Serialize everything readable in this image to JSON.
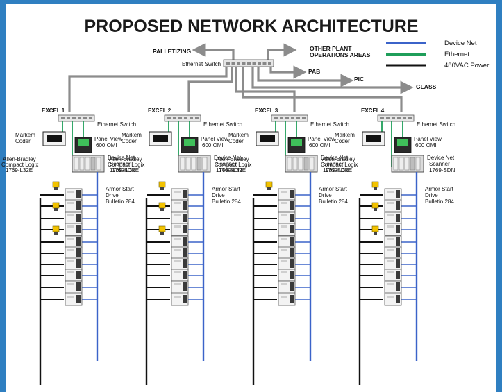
{
  "title": "PROPOSED NETWORK ARCHITECTURE",
  "legend": [
    {
      "label": "Device Net",
      "color": "#3b63c9"
    },
    {
      "label": "Ethernet",
      "color": "#1f9e5a"
    },
    {
      "label": "480VAC Power",
      "color": "#111111"
    }
  ],
  "colors": {
    "frame": "#2f7fc1",
    "arrow": "#8c8c8c",
    "device_net": "#3b63c9",
    "ethernet": "#1f9e5a",
    "power": "#111111"
  },
  "main_switch": {
    "label": "Ethernet Switch"
  },
  "destinations": {
    "palletizing": "PALLETIZING",
    "other_plant_line1": "OTHER PLANT",
    "other_plant_line2": "OPERATIONS AREAS",
    "pab": "PAB",
    "pic": "PIC",
    "glass": "GLASS"
  },
  "cells": [
    {
      "name": "EXCEL 1",
      "drive_count": 10,
      "sensor_count": 3
    },
    {
      "name": "EXCEL 2",
      "drive_count": 10,
      "sensor_count": 3
    },
    {
      "name": "EXCEL 3",
      "drive_count": 10,
      "sensor_count": 1
    },
    {
      "name": "EXCEL 4",
      "drive_count": 10,
      "sensor_count": 3
    }
  ],
  "cell_labels": {
    "ethernet_switch": "Ethernet Switch",
    "markem_line1": "Markem",
    "markem_line2": "Coder",
    "panel_line1": "Panel View",
    "panel_line2": "600 OMI",
    "plc_line1": "Allen-Bradley",
    "plc_line2": "Compact Logix",
    "plc_line3": "1769-L32E",
    "scanner_line1": "Device Net",
    "scanner_line2": "Scanner",
    "scanner_line3": "1769-SDN",
    "drive_line1": "Armor Start",
    "drive_line2": "Drive",
    "drive_line3": "Bulletin 284"
  }
}
